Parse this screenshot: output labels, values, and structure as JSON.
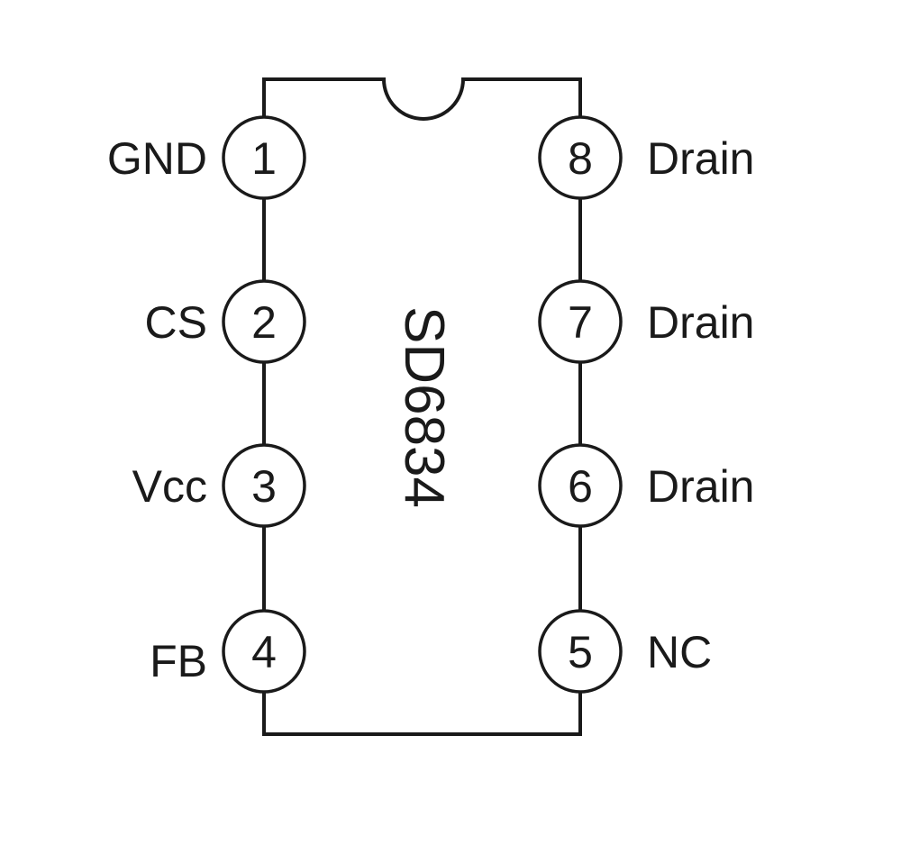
{
  "chip": {
    "part_number": "SD6834"
  },
  "pins": {
    "left": [
      {
        "number": "1",
        "label": "GND"
      },
      {
        "number": "2",
        "label": "CS"
      },
      {
        "number": "3",
        "label": "Vcc"
      },
      {
        "number": "4",
        "label": "FB"
      }
    ],
    "right": [
      {
        "number": "8",
        "label": "Drain"
      },
      {
        "number": "7",
        "label": "Drain"
      },
      {
        "number": "6",
        "label": "Drain"
      },
      {
        "number": "5",
        "label": "NC"
      }
    ]
  }
}
